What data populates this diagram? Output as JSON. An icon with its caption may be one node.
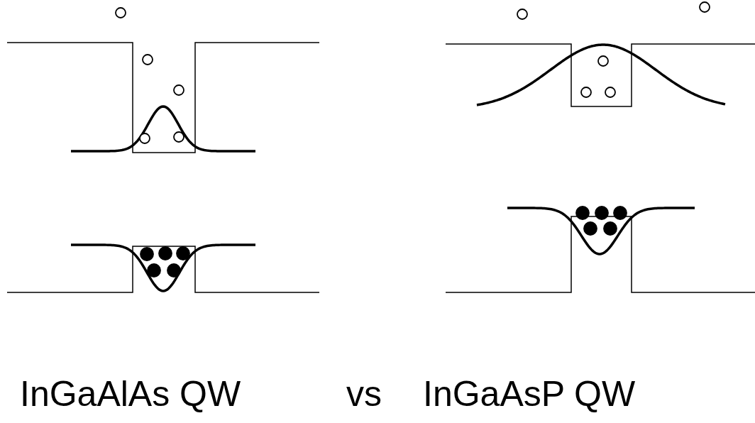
{
  "diagram": {
    "labels": [
      "InGaAlAs QW",
      "vs",
      "InGaAsP QW"
    ]
  }
}
